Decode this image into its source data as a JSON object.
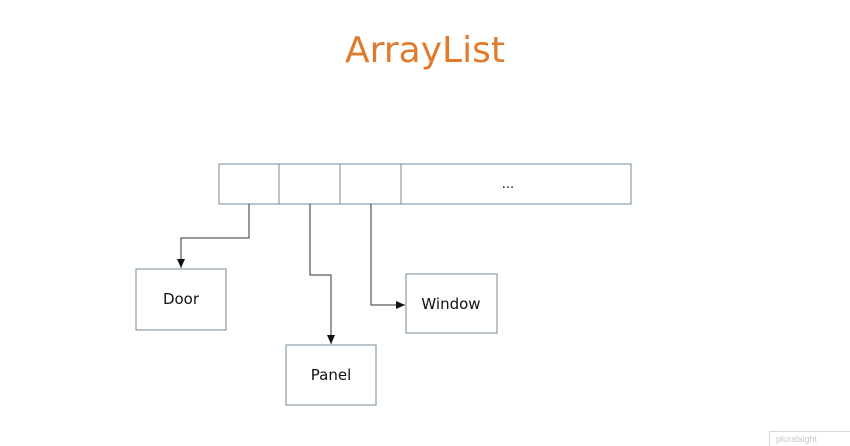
{
  "title": "ArrayList",
  "array": {
    "ellipsis": "..."
  },
  "objects": {
    "door": "Door",
    "panel": "Panel",
    "window": "Window"
  },
  "watermark": "pluralsight",
  "colors": {
    "title": "#e07b2e",
    "stroke": "#6f8a9a",
    "connector": "#333333"
  }
}
